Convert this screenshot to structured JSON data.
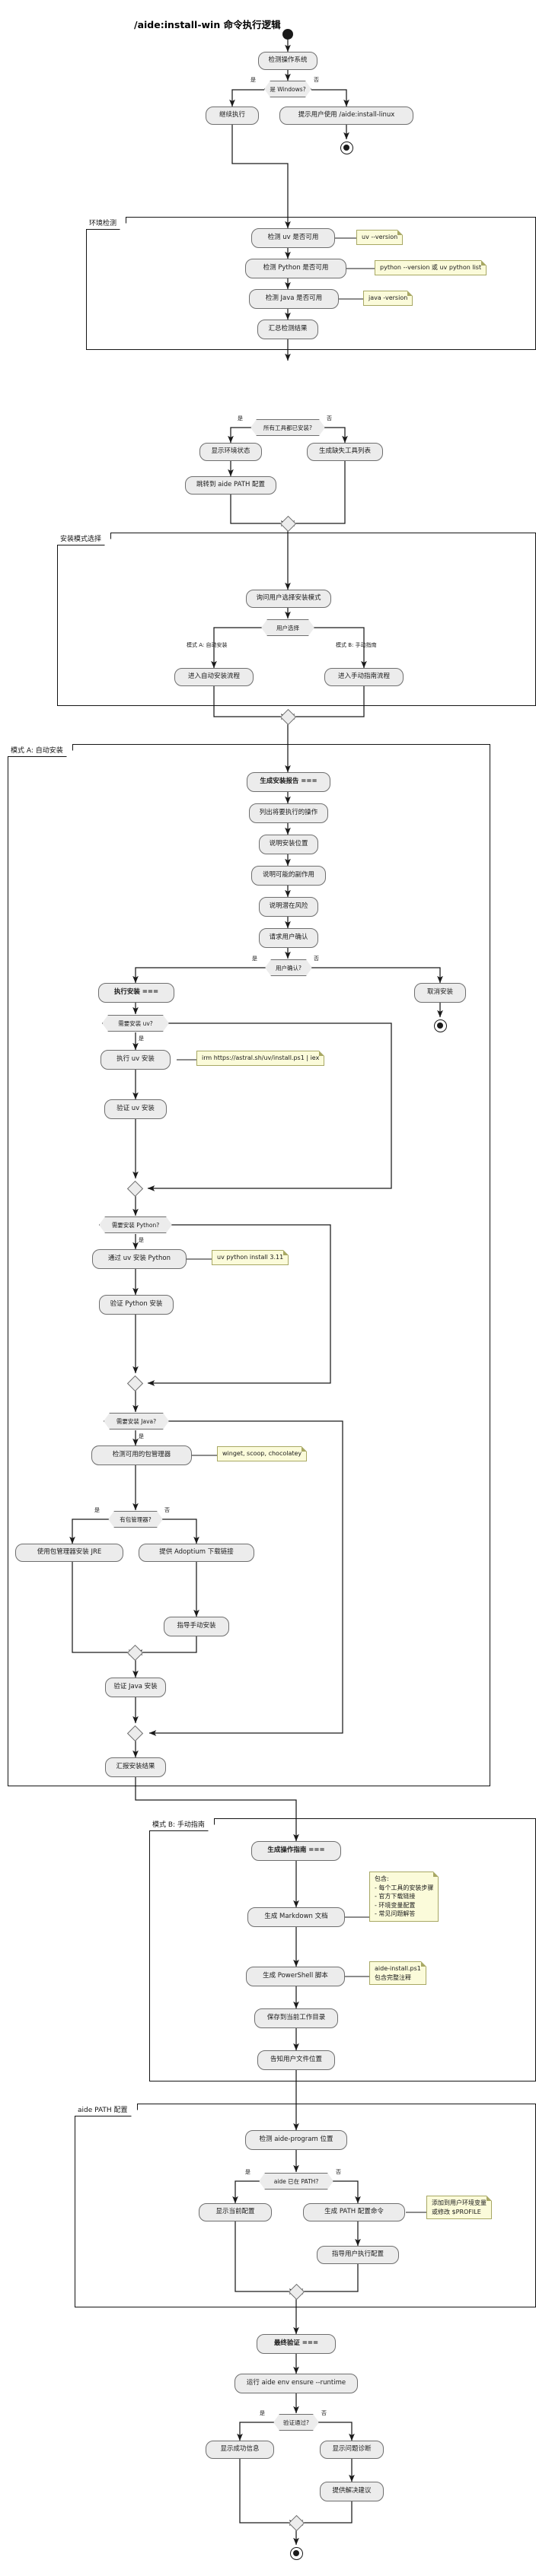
{
  "title": "/aide:install-win 命令执行逻辑",
  "diagram": {
    "type": "plantuml-activity-flowchart",
    "start_label": "start",
    "partitions": [
      {
        "id": "env-check",
        "label": "环境检测"
      },
      {
        "id": "install-mode",
        "label": "安装模式选择"
      },
      {
        "id": "mode-a",
        "label": "模式 A: 自动安装"
      },
      {
        "id": "mode-b",
        "label": "模式 B: 手动指南"
      },
      {
        "id": "aide-path",
        "label": "aide PATH 配置"
      }
    ],
    "nodes": {
      "detect_os": "检测操作系统",
      "continue_exec": "继续执行",
      "prompt_linux": "提示用户使用 /aide:install-linux",
      "detect_uv": "检测 uv 是否可用",
      "detect_python": "检测 Python 是否可用",
      "detect_java": "检测 Java 是否可用",
      "summarize_detect": "汇总检测结果",
      "show_env_status": "显示环境状态",
      "gen_missing_list": "生成缺失工具列表",
      "jump_path_cfg": "跳转到 aide PATH 配置",
      "ask_mode": "询问用户选择安装模式",
      "enter_auto": "进入自动安装流程",
      "enter_manual": "进入手动指南流程",
      "gen_report": "生成安装报告 ===",
      "list_ops": "列出将要执行的操作",
      "explain_location": "说明安装位置",
      "explain_sideeffects": "说明可能的副作用",
      "explain_risks": "说明潜在风险",
      "ask_confirm": "请求用户确认",
      "do_install": "执行安装 ===",
      "cancel_install": "取消安装",
      "run_uv_install": "执行 uv 安装",
      "verify_uv": "验证 uv 安装",
      "install_python_uv": "通过 uv 安装 Python",
      "verify_python": "验证 Python 安装",
      "detect_pkgmgr": "检测可用的包管理器",
      "install_jre_pkg": "使用包管理器安装 JRE",
      "provide_adoptium": "提供 Adoptium 下载链接",
      "guide_manual_install": "指导手动安装",
      "verify_java": "验证 Java 安装",
      "report_result": "汇报安装结果",
      "gen_guide": "生成操作指南 ===",
      "gen_markdown": "生成 Markdown 文档",
      "gen_powershell": "生成 PowerShell 脚本",
      "save_cwd": "保存到当前工作目录",
      "tell_filepath": "告知用户文件位置",
      "detect_aide_program": "检测 aide-program 位置",
      "show_current_cfg": "显示当前配置",
      "gen_path_cmd": "生成 PATH 配置命令",
      "guide_user_cfg": "指导用户执行配置",
      "final_verify": "最终验证 ===",
      "run_env_ensure": "运行 aide env ensure --runtime",
      "show_success": "显示成功信息",
      "show_diagnosis": "显示问题诊断",
      "provide_solution": "提供解决建议"
    },
    "decisions": {
      "is_windows": "是 Windows?",
      "all_installed": "所有工具都已安装?",
      "user_choice": "用户选择",
      "user_confirm": "用户确认?",
      "need_uv": "需要安装 uv?",
      "need_python": "需要安装 Python?",
      "need_java": "需要安装 Java?",
      "has_pkgmgr": "有包管理器?",
      "aide_in_path": "aide 已在 PATH?",
      "verify_pass": "验证通过?"
    },
    "edge_labels": {
      "yes": "是",
      "no": "否",
      "mode_a": "模式 A: 自动安装",
      "mode_b": "模式 B: 手动指南"
    },
    "notes": {
      "uv_version": "uv --version",
      "python_version": "python --version 或 uv python list",
      "java_version": "java -version",
      "uv_install_cmd": "irm https://astral.sh/uv/install.ps1 | iex",
      "uv_python_install": "uv python install 3.11",
      "pkg_managers": "winget, scoop, chocolatey",
      "markdown_contents": "包含:\n- 每个工具的安装步骤\n- 官方下载链接\n- 环境变量配置\n- 常见问题解答",
      "ps_script": "aide-install.ps1\n包含完整注释",
      "path_note": "添加到用户环境变量\n或修改 $PROFILE"
    },
    "colors": {
      "node_fill": "#ECECEC",
      "node_stroke": "#6E6E6E",
      "note_fill": "#FBFBDA",
      "note_stroke": "#A8A864",
      "line": "#1a1a1a",
      "background": "#FFFFFF"
    }
  }
}
